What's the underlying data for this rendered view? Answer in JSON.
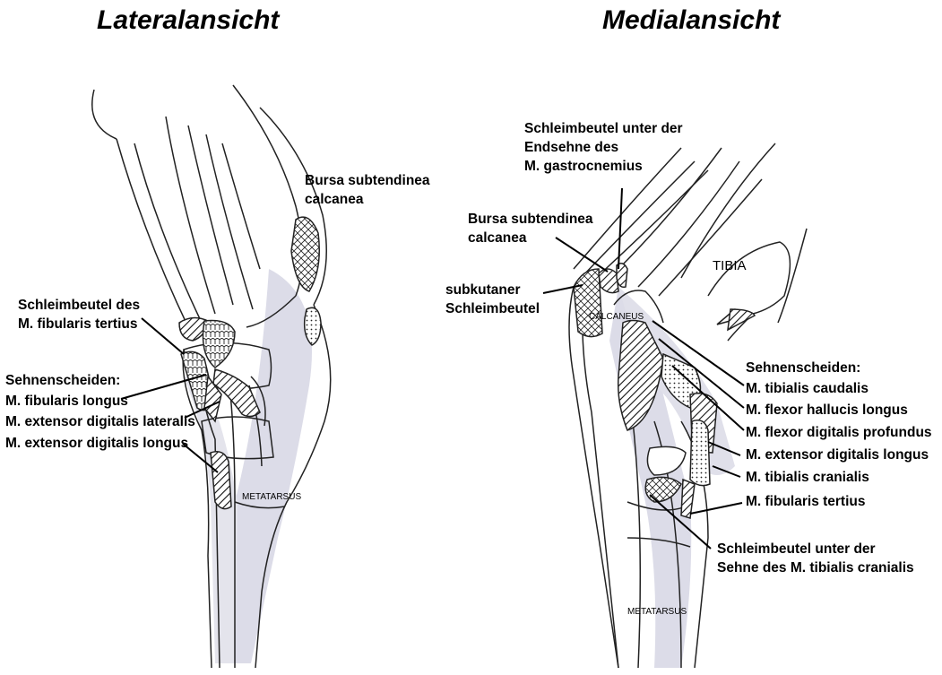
{
  "titles": {
    "lateral": "Lateralansicht",
    "medial": "Medialansicht"
  },
  "lateral_labels": {
    "bursa_subtendinea": [
      "Bursa subtendinea",
      "calcanea"
    ],
    "schleimbeutel_fibularis": [
      "Schleimbeutel des",
      "M. fibularis tertius"
    ],
    "sehnenscheiden": "Sehnenscheiden:",
    "fibularis_longus": "M. fibularis longus",
    "ext_dig_lateralis": "M. extensor digitalis lateralis",
    "ext_dig_longus": "M. extensor digitalis longus",
    "metatarsus": "METATARSUS"
  },
  "medial_labels": {
    "schleimbeutel_gastrocnemius": [
      "Schleimbeutel unter der",
      "Endsehne des",
      "M. gastrocnemius"
    ],
    "bursa_subtendinea": [
      "Bursa subtendinea",
      "calcanea"
    ],
    "subkutaner": [
      "subkutaner",
      "Schleimbeutel"
    ],
    "tibia": "TIBIA",
    "calcaneus": "CALCANEUS",
    "sehnenscheiden": "Sehnenscheiden:",
    "tibialis_caudalis": "M. tibialis caudalis",
    "flexor_hallucis": "M. flexor hallucis longus",
    "flexor_dig_prof": "M. flexor digitalis profundus",
    "ext_dig_longus": "M. extensor digitalis longus",
    "tibialis_cranialis": "M. tibialis cranialis",
    "fibularis_tertius": "M. fibularis tertius",
    "schleimbeutel_tibialis": [
      "Schleimbeutel unter der",
      "Sehne des M. tibialis cranialis"
    ],
    "metatarsus": "METATARSUS"
  }
}
